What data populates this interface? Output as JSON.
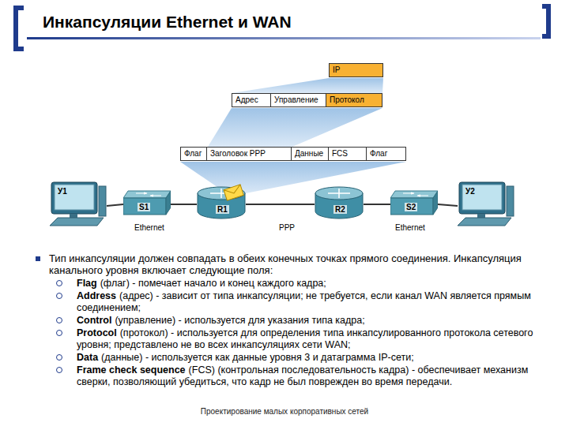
{
  "diagram": {
    "title": "Инкапсуляции Ethernet и WAN",
    "caption": "Проектирование малых корпоративных сетей",
    "nodes": [
      {
        "text": [
          "IP"
        ]
      },
      {
        "text": [
          "Адрес"
        ]
      },
      {
        "text": [
          "Управление"
        ]
      },
      {
        "text": [
          "Протокол"
        ]
      },
      {
        "text": [
          "Флаг"
        ]
      },
      {
        "text": [
          "Заголовок PPP"
        ]
      },
      {
        "text": [
          "Данные"
        ]
      },
      {
        "text": [
          "FCS"
        ]
      },
      {
        "text": [
          "Флаг"
        ]
      },
      {
        "text": [
          "У1"
        ]
      },
      {
        "text": [
          "S1"
        ]
      },
      {
        "text": [
          "R1"
        ]
      },
      {
        "text": [
          "R2"
        ]
      },
      {
        "text": [
          "S2"
        ]
      },
      {
        "text": [
          "У2"
        ]
      }
    ],
    "edges": [
      {
        "from": 9,
        "to": 10,
        "arrow": "none"
      },
      {
        "from": 10,
        "to": 11,
        "arrow": "none"
      },
      {
        "from": 11,
        "to": 12,
        "arrow": "none"
      },
      {
        "from": 12,
        "to": 13,
        "arrow": "none"
      },
      {
        "from": 13,
        "to": 14,
        "arrow": "none"
      }
    ],
    "labels": [
      "Тип инкапсуляции должен совпадать в обеих конечных точках прямого соединения. Инкапсуляция канального уровня включает следующие поля:",
      "Flag",
      "(флаг) - помечает начало и конец каждого кадра;",
      "Address",
      "(адрес) - зависит от типа инкапсуляции; не требуется, если канал WAN является прямым соединением;",
      "Control",
      "(управление) - используется для указания типа кадра;",
      "Protocol",
      "(протокол) - используется для определения типа инкапсулированного протокола сетевого уровня; представлено не во всех инкапсуляциях сети WAN;",
      "Data",
      "(данные) - используется как данные уровня 3 и датаграмма IP-сети;",
      "Frame check sequence",
      "(FCS) (контрольная последовательность кадра) - обеспечивает механизм сверки, позволяющий убедиться, что кадр не был поврежден во время передачи.",
      "Ethernet",
      "PPP",
      "Ethernet"
    ]
  }
}
